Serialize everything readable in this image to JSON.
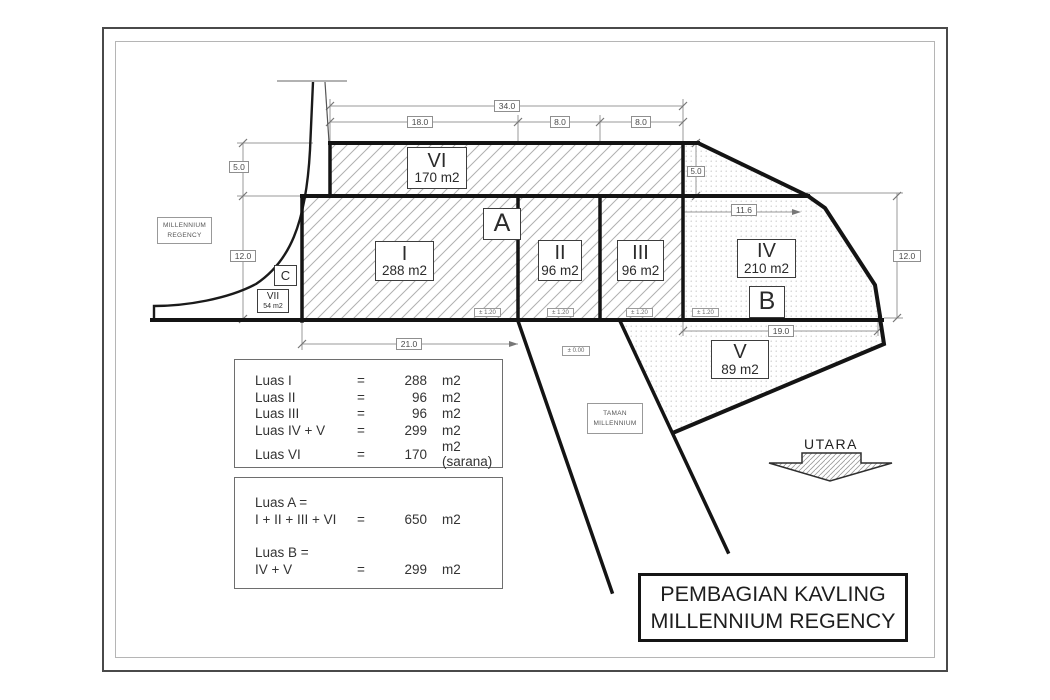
{
  "palette": {
    "boundary_line": "#141414",
    "thin_line": "#9a9a9a",
    "hatch_line": "#b0b0b0",
    "dot_fill": "#c6c6c6",
    "text": "#333333"
  },
  "plots": {
    "i": {
      "label": "I",
      "area": "288 m2"
    },
    "ii": {
      "label": "II",
      "area": "96 m2"
    },
    "iii": {
      "label": "III",
      "area": "96 m2"
    },
    "iv": {
      "label": "IV",
      "area": "210 m2"
    },
    "v": {
      "label": "V",
      "area": "89 m2"
    },
    "vi": {
      "label": "VI",
      "area": "170 m2"
    },
    "vii": {
      "label": "VII",
      "area": "54 m2"
    }
  },
  "zones": {
    "a": "A",
    "b": "B",
    "c": "C"
  },
  "dimensions": {
    "top_total": "34.0",
    "top_seg1": "18.0",
    "top_seg2": "8.0",
    "top_seg3": "8.0",
    "left_vi_height": "5.0",
    "left_plot_height": "12.0",
    "right_vi_height": "5.0",
    "iv_width": "11.6",
    "right_plot_height": "12.0",
    "bottom_b_width": "19.0",
    "bottom_i_width": "21.0"
  },
  "levels": {
    "plot_i": "± 1.20",
    "plot_ii": "± 1.20",
    "plot_iii": "± 1.20",
    "plot_iv": "± 1.20",
    "road": "± 0.00"
  },
  "annotations": {
    "millennium_regency_line1": "MILLENNIUM",
    "millennium_regency_line2": "REGENCY",
    "taman_millennium_line1": "TAMAN",
    "taman_millennium_line2": "MILLENNIUM"
  },
  "north": {
    "label": "UTARA"
  },
  "area_table": {
    "rows": [
      {
        "name": "Luas  I",
        "eq": "=",
        "value": "288",
        "unit": "m2"
      },
      {
        "name": "Luas  II",
        "eq": "=",
        "value": "96",
        "unit": "m2"
      },
      {
        "name": "Luas  III",
        "eq": "=",
        "value": "96",
        "unit": "m2"
      },
      {
        "name": "Luas IV + V",
        "eq": "=",
        "value": "299",
        "unit": "m2"
      },
      {
        "name": "Luas VI",
        "eq": "=",
        "value": "170",
        "unit": "m2 (sarana)"
      }
    ]
  },
  "summary_table": {
    "rows": [
      {
        "name": "Luas  A =",
        "eq": "",
        "value": "",
        "unit": ""
      },
      {
        "name": "I + II + III + VI",
        "eq": "=",
        "value": "650",
        "unit": "m2"
      },
      {
        "name": "",
        "eq": "",
        "value": "",
        "unit": ""
      },
      {
        "name": "Luas B =",
        "eq": "",
        "value": "",
        "unit": ""
      },
      {
        "name": "IV + V",
        "eq": "=",
        "value": "299",
        "unit": "m2"
      }
    ]
  },
  "title_block": {
    "line1": "PEMBAGIAN KAVLING",
    "line2": "MILLENNIUM REGENCY"
  }
}
